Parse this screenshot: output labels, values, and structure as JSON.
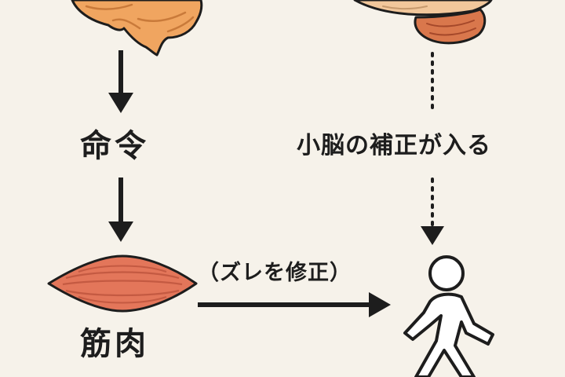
{
  "labels": {
    "command": "命令",
    "muscle": "筋肉",
    "cerebellum_correction": "小脳の補正が入る",
    "correct_deviation": "（ズレを修正）"
  },
  "colors": {
    "background": "#f6f2ea",
    "ink": "#1d1d1d",
    "cerebrum_fill": "#f0a560",
    "cerebellum_upper_fill": "#f2c79b",
    "cerebellum_fill": "#d9774c",
    "muscle_fill": "#e3765a",
    "muscle_stripe": "#c45a42",
    "figure_fill": "#ffffff"
  },
  "icons": {
    "cerebrum": "cerebrum-icon",
    "cerebellum": "cerebellum-icon",
    "muscle": "muscle-icon",
    "walker": "walking-person-icon"
  }
}
